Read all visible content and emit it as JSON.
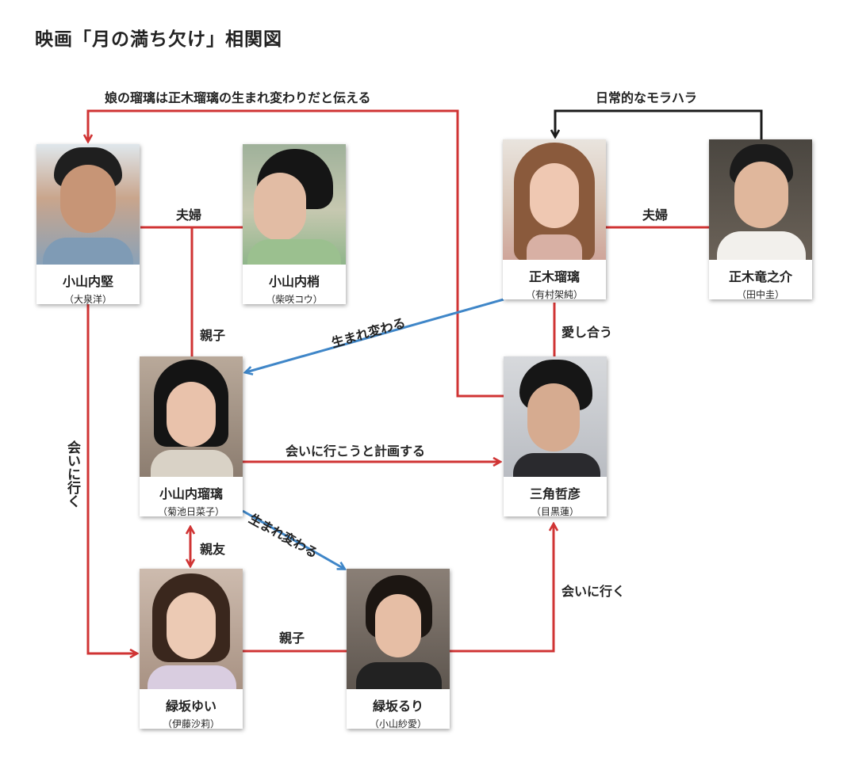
{
  "title": "映画「月の満ち欠け」相関図",
  "colors": {
    "red": "#d03434",
    "blue": "#3f86c8",
    "black": "#1a1a1a"
  },
  "people": {
    "kenji": {
      "name": "小山内堅",
      "actor": "（大泉洋）"
    },
    "kozue": {
      "name": "小山内梢",
      "actor": "（柴咲コウ）"
    },
    "ruri_m": {
      "name": "正木瑠璃",
      "actor": "（有村架純）"
    },
    "ryu": {
      "name": "正木竜之介",
      "actor": "（田中圭）"
    },
    "ruri_o": {
      "name": "小山内瑠璃",
      "actor": "（菊池日菜子）"
    },
    "akihiko": {
      "name": "三角哲彦",
      "actor": "（目黒蓮）"
    },
    "yui": {
      "name": "緑坂ゆい",
      "actor": "（伊藤沙莉）"
    },
    "ruri_r": {
      "name": "緑坂るり",
      "actor": "（小山紗愛）"
    }
  },
  "relations": {
    "top_message": "娘の瑠璃は正木瑠璃の生まれ変わりだと伝える",
    "harassment": "日常的なモラハラ",
    "couple_left": "夫婦",
    "couple_right": "夫婦",
    "parent_child_top": "親子",
    "reborn_1": "生まれ変わる",
    "love_each_other": "愛し合う",
    "plan_to_meet": "会いに行こうと計画する",
    "go_meet_left": "会いに行く",
    "reborn_2": "生まれ変わる",
    "best_friends": "親友",
    "parent_child_bottom": "親子",
    "go_meet_right": "会いに行く"
  }
}
